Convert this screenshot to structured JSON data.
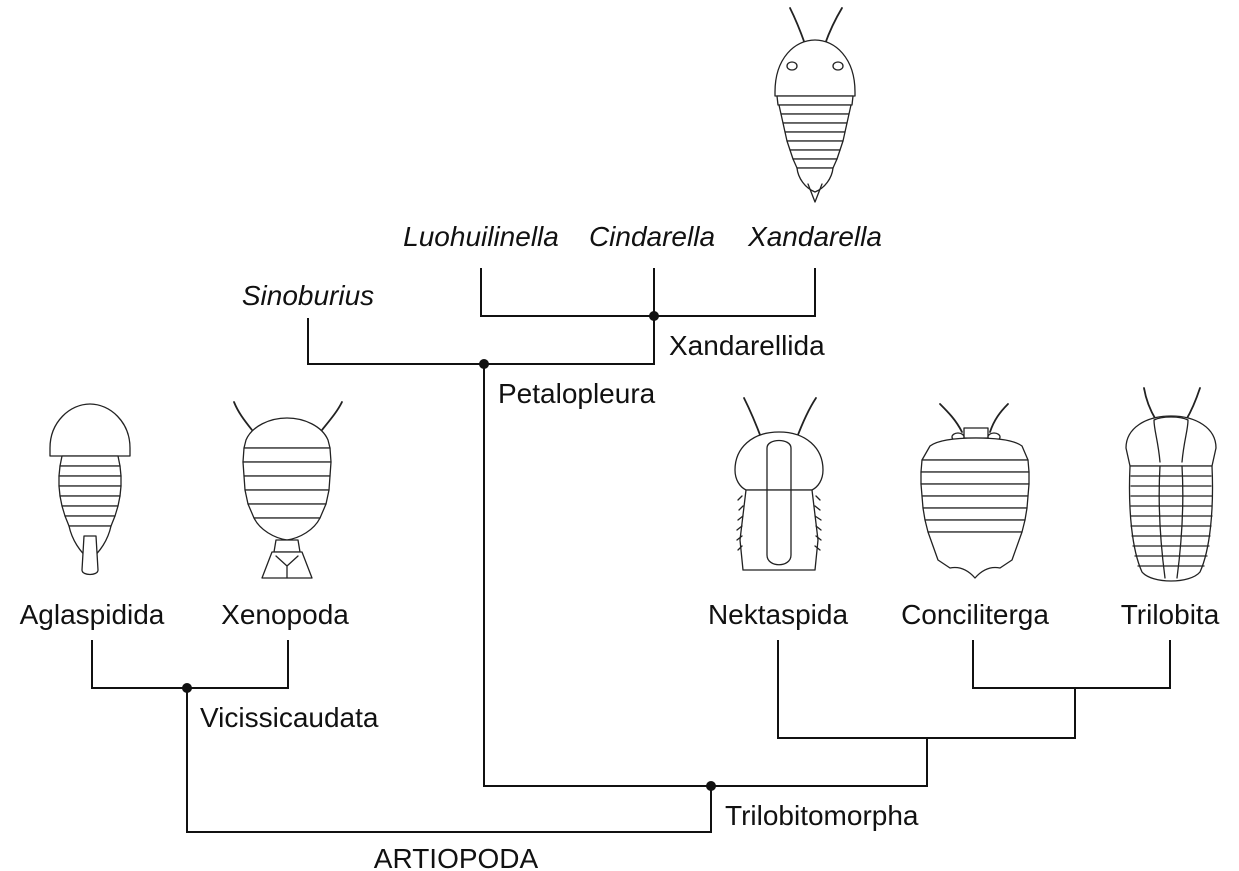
{
  "taxa": {
    "aglaspidida": "Aglaspidida",
    "xenopoda": "Xenopoda",
    "nektaspida": "Nektaspida",
    "conciliterga": "Conciliterga",
    "trilobita": "Trilobita",
    "sinoburius": "Sinoburius",
    "luohuilinella": "Luohuilinella",
    "cindarella": "Cindarella",
    "xandarella": "Xandarella"
  },
  "clades": {
    "vicissicaudata": "Vicissicaudata",
    "petalopleura": "Petalopleura",
    "xandarellida": "Xandarellida",
    "trilobitomorpha": "Trilobitomorpha",
    "artiopoda": "ARTIOPODA"
  },
  "colors": {
    "line": "#111111",
    "background": "#ffffff"
  },
  "illustrations": [
    "xandarella-fossil-icon",
    "aglaspidida-fossil-icon",
    "xenopoda-fossil-icon",
    "nektaspida-fossil-icon",
    "conciliterga-fossil-icon",
    "trilobita-fossil-icon"
  ]
}
